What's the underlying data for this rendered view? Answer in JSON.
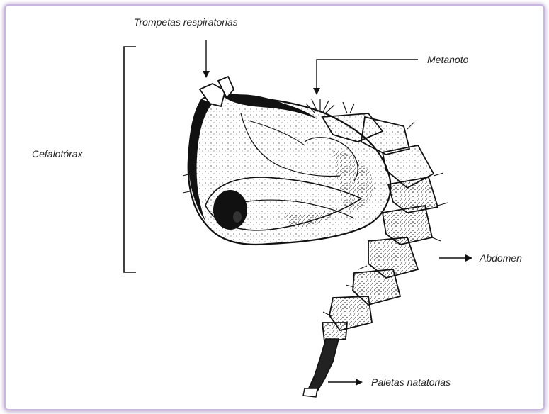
{
  "labels": {
    "trompetas": "Trompetas respiratorias",
    "metanoto": "Metanoto",
    "cefalotorax": "Cefalotórax",
    "abdomen": "Abdomen",
    "paletas": "Paletas natatorias"
  },
  "colors": {
    "border": "#c9b6e0",
    "ink": "#111111",
    "text": "#222222"
  }
}
